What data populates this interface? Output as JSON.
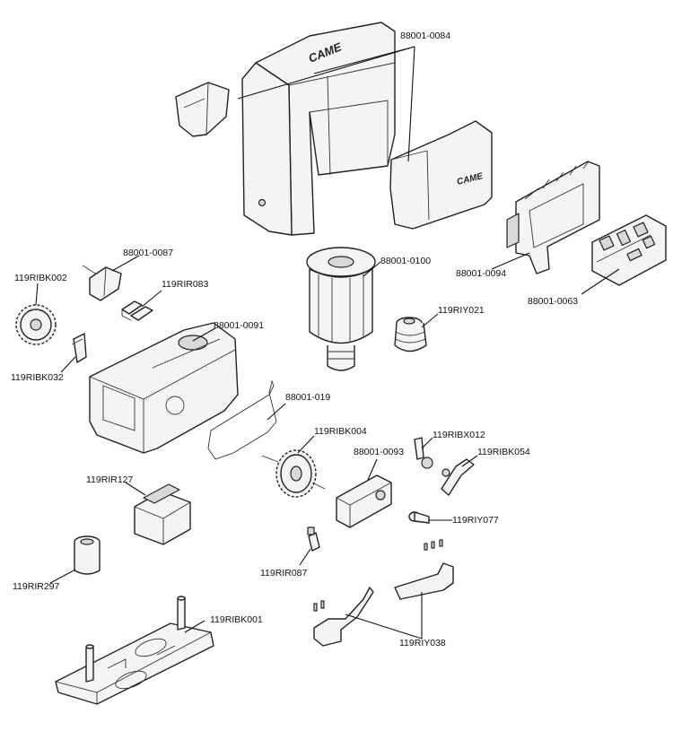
{
  "brand_logo": "CAME",
  "labels": {
    "cover": "88001-0084",
    "pinion_bracket": "88001-0087",
    "gear_pinion": "119RIBK002",
    "clip_spring": "119RIR083",
    "gearbox_housing": "88001-0091",
    "retaining_clip": "119RIBK032",
    "motor": "88001-0100",
    "worm_screw": "119RIY021",
    "gasket": "88001-019",
    "control_board_bracket": "88001-0094",
    "control_board": "88001-0063",
    "output_gear": "119RIBK004",
    "release_screw": "119RIBX012",
    "release_lever": "119RIBK054",
    "limit_switch_box": "88001-0093",
    "transformer": "119RIR127",
    "release_knob": "119RIY077",
    "bushing": "119RIR297",
    "fuse_holder": "119RIR087",
    "limit_switch_springs": "119RIY038",
    "base_plate": "119RIBK001"
  }
}
